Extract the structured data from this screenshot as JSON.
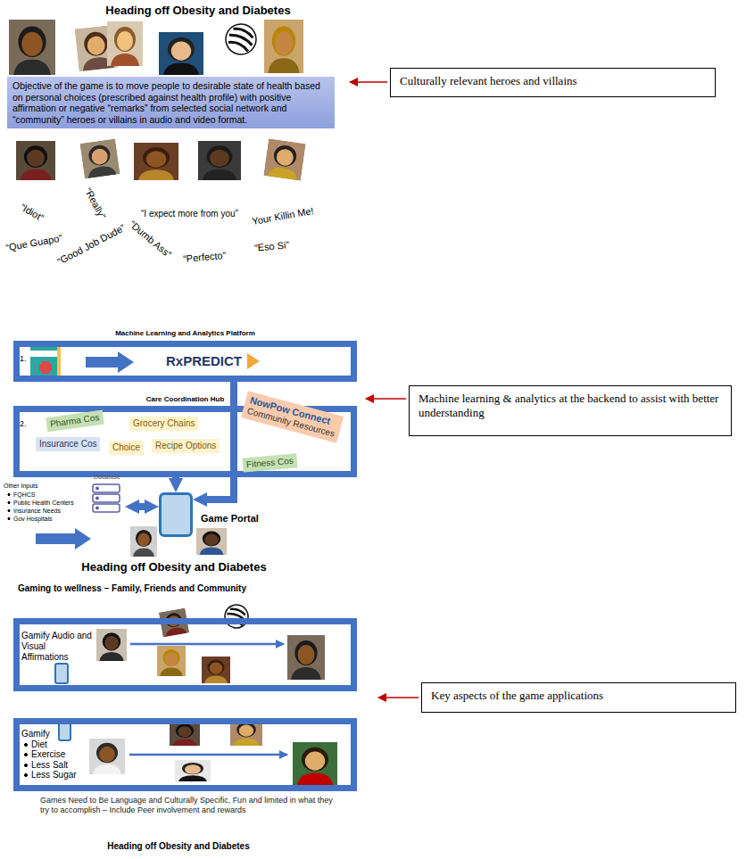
{
  "diagram": {
    "title": "Heading off Obesity and Diabetes",
    "nodes": [
      {
        "text": [
          "Objective of the game is to move people to desirable state of health based on personal choices (prescribed against health profile) with positive affirmation or negative “remarks” from selected social network and “community” heroes or villains in audio and video format."
        ]
      },
      {
        "text": [
          "Culturally relevant heroes and villains"
        ]
      },
      {
        "text": [
          "Machine Learning and Analytics Platform",
          "1."
        ]
      },
      {
        "text": [
          "RxPREDICT"
        ],
        "in": 2
      },
      {
        "text": [
          "Care Coordination Hub",
          "2."
        ]
      },
      {
        "text": [
          "Pharma Cos"
        ],
        "in": 4
      },
      {
        "text": [
          "Grocery Chains"
        ],
        "in": 4
      },
      {
        "text": [
          "Insurance Cos"
        ],
        "in": 4
      },
      {
        "text": [
          "Choice"
        ],
        "in": 4
      },
      {
        "text": [
          "Recipe Options"
        ],
        "in": 4
      },
      {
        "text": [
          "NowPow Connect",
          "Community Resources"
        ],
        "in": 4
      },
      {
        "text": [
          "Fitness Cos"
        ],
        "in": 4
      },
      {
        "text": [
          "Database"
        ]
      },
      {
        "text": [
          "Game Portal"
        ]
      },
      {
        "text": [
          "Machine learning & analytics at the backend to assist with better understanding"
        ]
      },
      {
        "text": [
          "Gamify Audio and Visual Affirmations"
        ]
      },
      {
        "text": [
          "Key aspects of the game applications"
        ]
      },
      {
        "text": [
          "Gamify",
          "Diet",
          "Exercise",
          "Less Salt",
          "Less Sugar"
        ]
      }
    ],
    "edges": [
      {
        "from": 2,
        "to": 13,
        "arrow": "to"
      },
      {
        "from": 4,
        "to": 13,
        "arrow": "to"
      },
      {
        "from": 12,
        "to": 13,
        "arrow": "both"
      }
    ],
    "labels": [
      "“Idiot”",
      "“Really”",
      "“I expect more from you”",
      "Your Killin Me!",
      "“Que Guapo”",
      "“Good Job Dude”",
      "“Dumb Ass”",
      "“Perfecto”",
      "“Eso Si”",
      "Other Inputs",
      "FQHCS",
      "Public Health Centers",
      "Insurance Needs",
      "Gov Hospitals",
      "Heading off Obesity and Diabetes",
      "Gaming to wellness – Family, Friends and Community",
      "Games Need to Be Language and Culturally Specific, Fun and limited in what they try to accomplish – Include Peer involvement and rewards",
      "Heading off Obesity and Diabetes"
    ]
  }
}
